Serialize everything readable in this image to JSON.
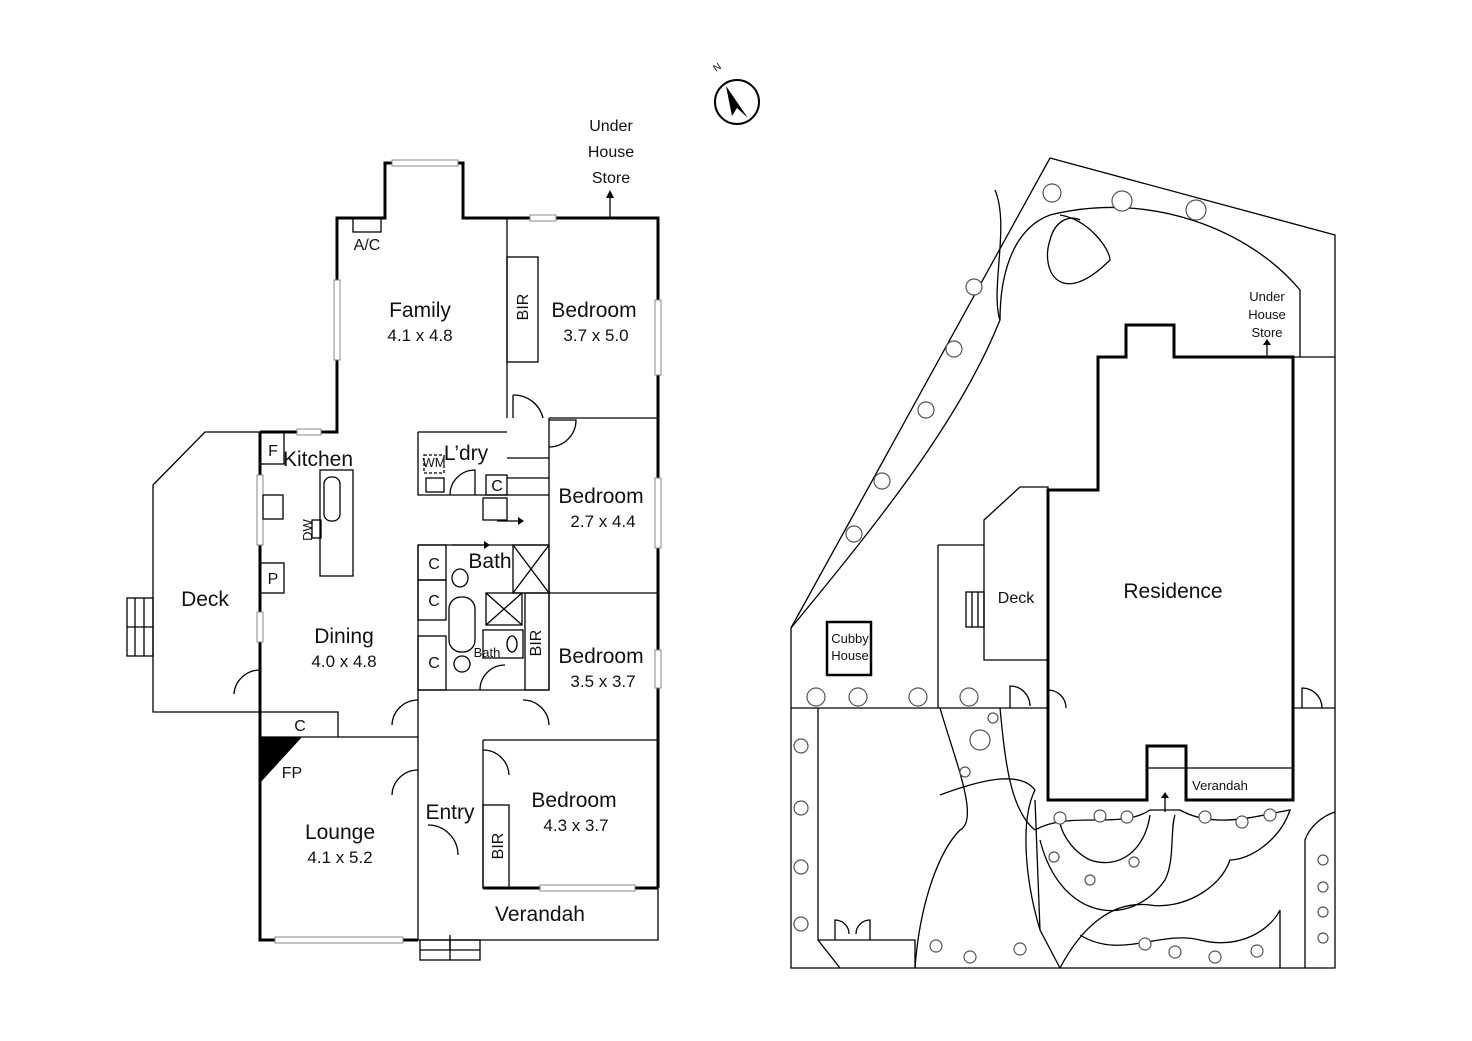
{
  "compass": {
    "label": "N"
  },
  "floor_plan": {
    "under_house_store": [
      "Under",
      "House",
      "Store"
    ],
    "rooms": {
      "family": {
        "name": "Family",
        "size": "4.1 x 4.8"
      },
      "bedroom1": {
        "name": "Bedroom",
        "size": "3.7 x 5.0"
      },
      "bedroom2": {
        "name": "Bedroom",
        "size": "2.7 x 4.4"
      },
      "bedroom3": {
        "name": "Bedroom",
        "size": "3.5 x 3.7"
      },
      "bedroom4": {
        "name": "Bedroom",
        "size": "4.3 x 3.7"
      },
      "dining": {
        "name": "Dining",
        "size": "4.0 x 4.8"
      },
      "lounge": {
        "name": "Lounge",
        "size": "4.1 x 5.2"
      },
      "kitchen": {
        "name": "Kitchen"
      },
      "laundry": {
        "name": "L’dry"
      },
      "bath1": {
        "name": "Bath"
      },
      "bath2": {
        "name": "Bath"
      },
      "deck": {
        "name": "Deck"
      },
      "entry": {
        "name": "Entry"
      },
      "verandah": {
        "name": "Verandah"
      }
    },
    "fixtures": {
      "ac": "A/C",
      "bir": "BIR",
      "fridge": "F",
      "pantry": "P",
      "dishwasher": "DW",
      "cupboard": "C",
      "fireplace": "FP",
      "washing_machine": "WM"
    }
  },
  "site_plan": {
    "residence": "Residence",
    "deck": "Deck",
    "verandah": "Verandah",
    "cubby_house": [
      "Cubby",
      "House"
    ],
    "under_house_store": [
      "Under",
      "House",
      "Store"
    ]
  }
}
